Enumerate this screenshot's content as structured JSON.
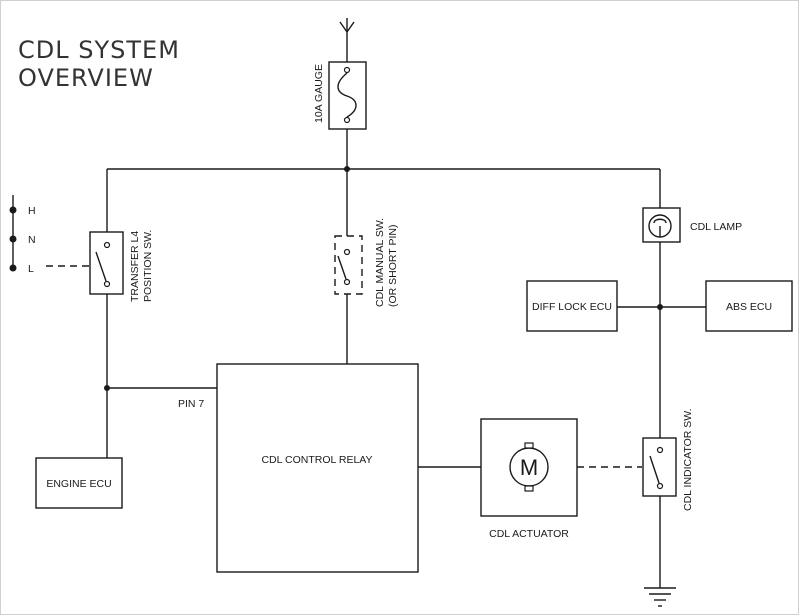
{
  "title": {
    "line1": "CDL SYSTEM",
    "line2": "OVERVIEW"
  },
  "switch_positions": [
    "H",
    "N",
    "L"
  ],
  "components": {
    "gauge": "10A GAUGE",
    "transfer_switch": [
      "TRANSFER L4",
      "POSITION SW."
    ],
    "manual_switch": [
      "CDL MANUAL SW.",
      "(OR SHORT PIN)"
    ],
    "lamp": "CDL LAMP",
    "diff_lock_ecu": "DIFF LOCK ECU",
    "abs_ecu": "ABS ECU",
    "pin": "PIN 7",
    "control_relay": "CDL CONTROL RELAY",
    "engine_ecu": "ENGINE ECU",
    "actuator": "CDL ACTUATOR",
    "motor_symbol": "M",
    "indicator_switch": "CDL INDICATOR SW."
  }
}
